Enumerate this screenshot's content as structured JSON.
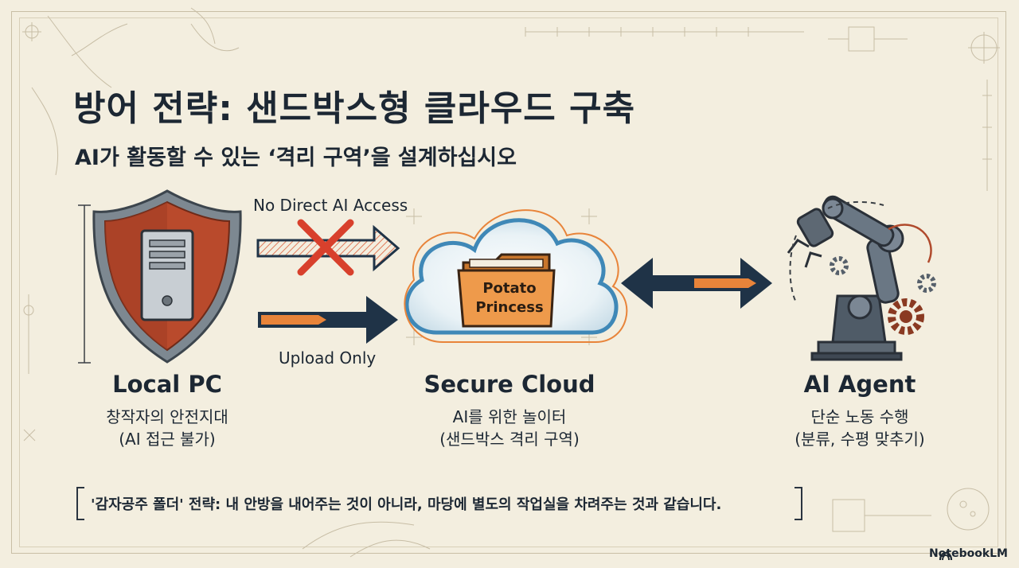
{
  "title": "방어 전략: 샌드박스형 클라우드 구축",
  "subtitle": "AI가 활동할 수 있는 ‘격리 구역’을 설계하십시오",
  "arrows": {
    "blocked_label": "No Direct AI Access",
    "upload_label": "Upload Only"
  },
  "nodes": {
    "local_pc": {
      "title": "Local PC",
      "line1": "창작자의 안전지대",
      "line2": "(AI 접근 불가)"
    },
    "secure_cloud": {
      "title": "Secure Cloud",
      "line1": "AI를 위한 놀이터",
      "line2": "(샌드박스 격리 구역)"
    },
    "ai_agent": {
      "title": "AI Agent",
      "line1": "단순 노동 수행",
      "line2": "(분류, 수평 맞추기)"
    }
  },
  "folder": {
    "line1": "Potato",
    "line2": "Princess"
  },
  "callout": "'감자공주 폴더' 전략: 내 안방을 내어주는 것이 아니라, 마당에 별도의 작업실을 차려주는 것과 같습니다.",
  "brand": "NotebookLM",
  "colors": {
    "background": "#f3eedf",
    "shield_red": "#b94a2c",
    "orange_accent": "#e8843a",
    "navy": "#1f3347",
    "cloud_blue": "#3f88b7",
    "cross_red": "#d8402c"
  },
  "icons": [
    "shield-icon",
    "server-tower-icon",
    "cloud-icon",
    "folder-icon",
    "robot-arm-icon",
    "gear-icon",
    "cross-icon"
  ]
}
